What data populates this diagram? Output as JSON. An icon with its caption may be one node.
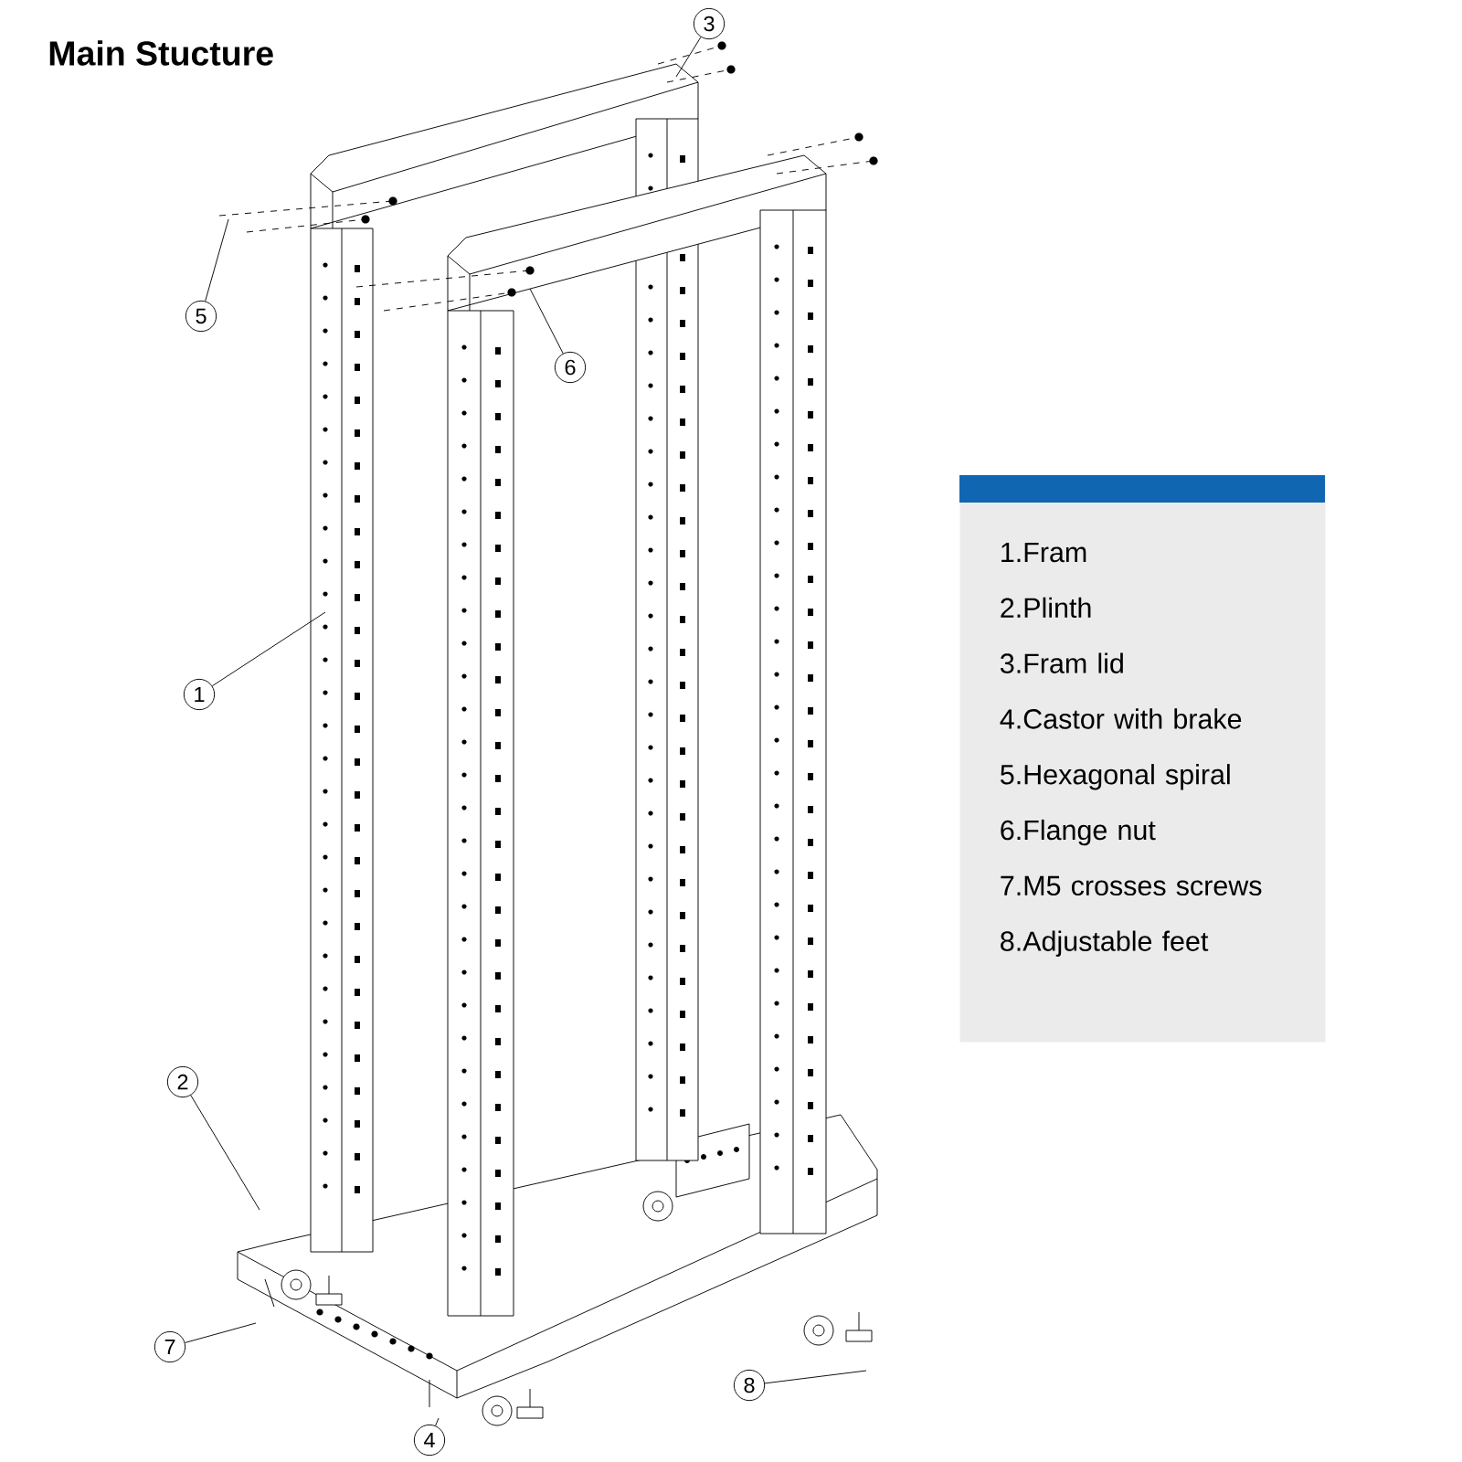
{
  "diagram": {
    "title": "Main Stucture",
    "nodes": [
      {
        "text": [
          "3"
        ]
      },
      {
        "text": [
          "5"
        ]
      },
      {
        "text": [
          "6"
        ]
      },
      {
        "text": [
          "1"
        ]
      },
      {
        "text": [
          "2"
        ]
      },
      {
        "text": [
          "7"
        ]
      },
      {
        "text": [
          "4"
        ]
      },
      {
        "text": [
          "8"
        ]
      },
      {
        "text": [
          "1.Fram",
          "2.Plinth",
          "3.Fram lid",
          "4.Castor with brake",
          "5.Hexagonal spiral",
          "6.Flange nut",
          "7.M5 crosses screws",
          "8.Adjustable feet"
        ]
      }
    ],
    "edges": [
      {
        "from": 0,
        "to": null,
        "arrow": "none"
      },
      {
        "from": 1,
        "to": null,
        "arrow": "none"
      },
      {
        "from": 2,
        "to": null,
        "arrow": "none"
      },
      {
        "from": 3,
        "to": null,
        "arrow": "none"
      },
      {
        "from": 4,
        "to": null,
        "arrow": "none"
      },
      {
        "from": 5,
        "to": null,
        "arrow": "none"
      },
      {
        "from": 6,
        "to": null,
        "arrow": "none"
      },
      {
        "from": 7,
        "to": null,
        "arrow": "none"
      }
    ]
  }
}
